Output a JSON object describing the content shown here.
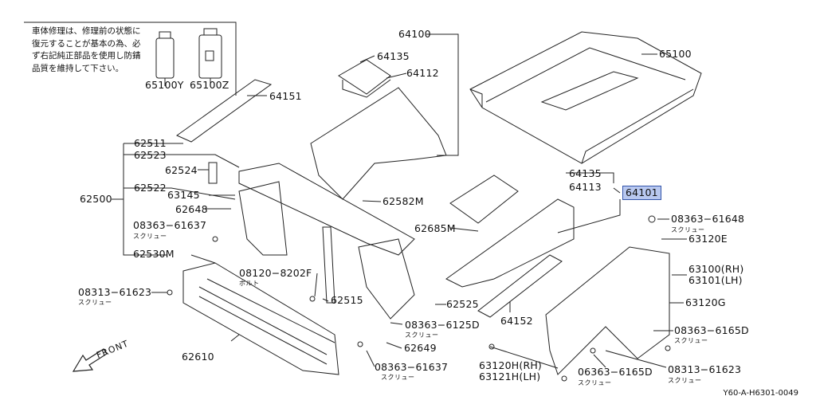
{
  "note": {
    "text": "車体修理は、修理前の状態に復元することが基本の為、必ず右記純正部品を使用し防錆品質を維持して下さい。",
    "product_a": "65100Y",
    "product_b": "65100Z"
  },
  "labels": {
    "p64100": "64100",
    "p64135_top": "64135",
    "p64112": "64112",
    "p65100": "65100",
    "p64151": "64151",
    "p62511": "62511",
    "p62523": "62523",
    "p62524": "62524",
    "p62500": "62500",
    "p62522": "62522",
    "p63145": "63145",
    "p62648": "62648",
    "p08363_61637_left": "08363−61637",
    "p62530m": "62530M",
    "p08313_61623_left": "08313−61623",
    "p08120_8202f": "08120−8202F",
    "p62515": "62515",
    "p62582m": "62582M",
    "p62685m": "62685M",
    "p62525": "62525",
    "p08363_6125d": "08363−6125D",
    "p62649": "62649",
    "p08363_61637_bottom": "08363−61637",
    "p62610": "62610",
    "p64135_mid": "64135",
    "p64113": "64113",
    "p64101": "64101",
    "p08363_61648": "08363−61648",
    "p63120e": "63120E",
    "p63100rh": "63100(RH)",
    "p63101lh": "63101(LH)",
    "p63120g": "63120G",
    "p08363_6165d_right": "08363−6165D",
    "p64152": "64152",
    "p63120hrh": "63120H(RH)",
    "p63121hlh": "63121H(LH)",
    "p06363_6165d": "06363−6165D",
    "p08313_61623_right": "08313−61623"
  },
  "subs": {
    "screw": "スクリュー",
    "bolt": "ボルト"
  },
  "front": "FRONT",
  "footer": "Y60-A-H6301-0049",
  "highlight_color": "#b8c8f0"
}
